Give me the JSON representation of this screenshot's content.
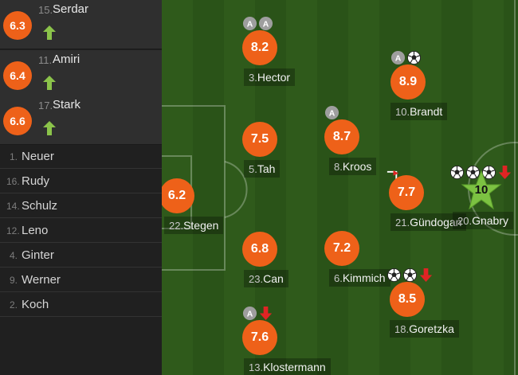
{
  "substitutes": [
    {
      "number": "15.",
      "name": "Serdar",
      "rating": "6.3"
    },
    {
      "number": "11.",
      "name": "Amiri",
      "rating": "6.4"
    },
    {
      "number": "17.",
      "name": "Stark",
      "rating": "6.6"
    }
  ],
  "bench": [
    {
      "number": "1.",
      "name": "Neuer"
    },
    {
      "number": "16.",
      "name": "Rudy"
    },
    {
      "number": "14.",
      "name": "Schulz"
    },
    {
      "number": "12.",
      "name": "Leno"
    },
    {
      "number": "4.",
      "name": "Ginter"
    },
    {
      "number": "9.",
      "name": "Werner"
    },
    {
      "number": "2.",
      "name": "Koch"
    }
  ],
  "players": [
    {
      "number": "22.",
      "name": "Stegen",
      "rating": "6.2"
    },
    {
      "number": "3.",
      "name": "Hector",
      "rating": "8.2"
    },
    {
      "number": "5.",
      "name": "Tah",
      "rating": "7.5"
    },
    {
      "number": "23.",
      "name": "Can",
      "rating": "6.8"
    },
    {
      "number": "13.",
      "name": "Klostermann",
      "rating": "7.6"
    },
    {
      "number": "8.",
      "name": "Kroos",
      "rating": "8.7"
    },
    {
      "number": "6.",
      "name": "Kimmich",
      "rating": "7.2"
    },
    {
      "number": "10.",
      "name": "Brandt",
      "rating": "8.9"
    },
    {
      "number": "21.",
      "name": "Gündogan",
      "rating": "7.7"
    },
    {
      "number": "18.",
      "name": "Goretzka",
      "rating": "8.5"
    },
    {
      "number": "20.",
      "name": "Gnabry",
      "rating": "10"
    }
  ],
  "events": {
    "hector": [
      "assist-icon",
      "assist-icon"
    ],
    "brandt": [
      "assist-icon",
      "goal-icon"
    ],
    "kroos": [
      "assist-icon"
    ],
    "gundogan": [
      "corner-flag-icon"
    ],
    "gnabry": [
      "goal-icon",
      "goal-icon",
      "goal-icon",
      "sub-out-arrow-icon"
    ],
    "goretzka": [
      "goal-icon",
      "goal-icon",
      "sub-out-arrow-icon"
    ],
    "klostermann": [
      "assist-icon",
      "sub-out-arrow-icon"
    ]
  },
  "icons": {
    "substitution_in": "sub-in-arrow-icon",
    "man_of_the_match": "star-icon"
  },
  "colors": {
    "rating": "#ee6119",
    "sub_in": "#8bc34a",
    "sub_out": "#e02424",
    "star": "#7cc242",
    "pitch_light": "#2f5a1b",
    "pitch_dark": "#2a5318"
  }
}
